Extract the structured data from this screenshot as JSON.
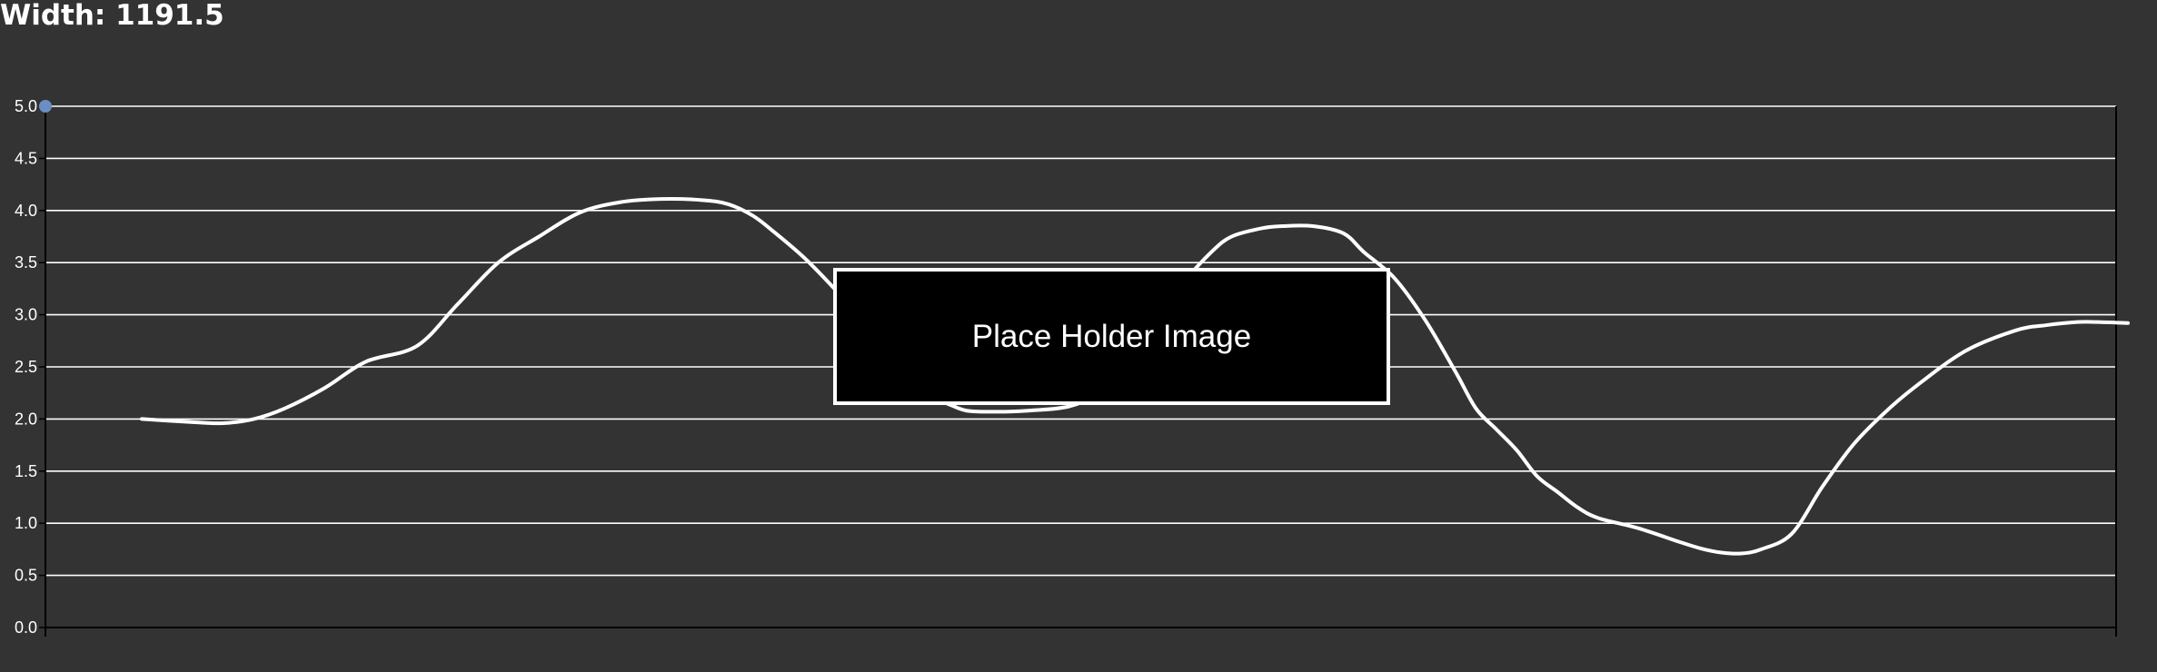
{
  "header": {
    "width_readout": "Width: 1191.5"
  },
  "placeholder": {
    "label": "Place Holder Image"
  },
  "colors": {
    "background": "#333333",
    "grid": "#ffffff",
    "line": "#ffffff",
    "marker": "#6b8fc4",
    "placeholder_fill": "#000000",
    "placeholder_border": "#ffffff"
  },
  "chart_data": {
    "type": "line",
    "title": "",
    "xlabel": "",
    "ylabel": "",
    "ylim": [
      0,
      5
    ],
    "yticks": [
      "0.0",
      "0.5",
      "1.0",
      "1.5",
      "2.0",
      "2.5",
      "3.0",
      "3.5",
      "4.0",
      "4.5",
      "5.0"
    ],
    "grid": true,
    "xlim": [
      0,
      1000
    ],
    "series": [
      {
        "x": [
          25,
          50,
          65,
          80,
          95,
          115,
          135,
          160,
          180,
          200,
          220,
          240,
          260,
          280,
          300,
          313,
          325,
          335,
          350,
          365,
          380,
          395,
          410,
          420,
          430,
          445,
          460,
          480,
          495,
          505,
          520,
          535,
          550,
          560,
          575,
          585,
          600,
          615,
          625,
          640,
          655,
          670,
          680,
          690,
          700,
          710,
          720,
          730,
          740,
          760,
          780,
          790,
          800,
          810,
          820,
          835,
          850,
          865,
          880,
          895,
          920,
          945,
          960,
          975,
          985,
          1000
        ],
        "y": [
          2.0,
          1.97,
          1.96,
          2.0,
          2.1,
          2.3,
          2.55,
          2.7,
          3.1,
          3.5,
          3.75,
          3.98,
          4.08,
          4.11,
          4.1,
          4.06,
          3.95,
          3.8,
          3.55,
          3.25,
          2.92,
          2.55,
          2.2,
          2.15,
          2.08,
          2.07,
          2.08,
          2.12,
          2.25,
          2.45,
          2.9,
          3.28,
          3.6,
          3.75,
          3.83,
          3.85,
          3.85,
          3.78,
          3.6,
          3.35,
          2.95,
          2.45,
          2.1,
          1.9,
          1.7,
          1.45,
          1.3,
          1.15,
          1.05,
          0.95,
          0.82,
          0.76,
          0.72,
          0.71,
          0.75,
          0.9,
          1.35,
          1.75,
          2.05,
          2.3,
          2.65,
          2.85,
          2.9,
          2.93,
          2.93,
          2.92
        ]
      }
    ]
  }
}
